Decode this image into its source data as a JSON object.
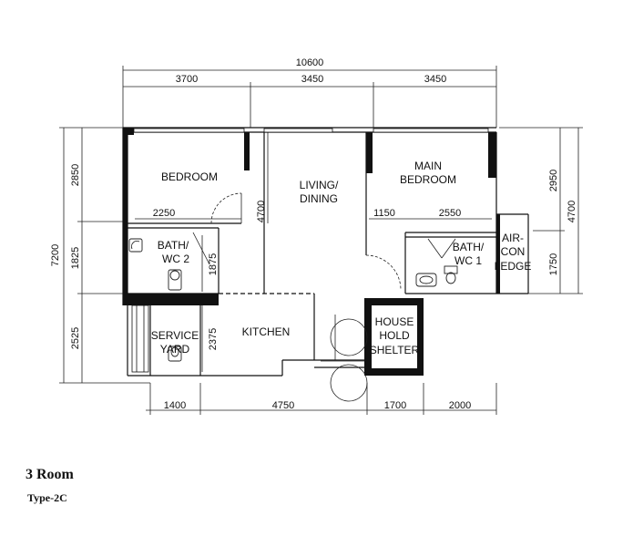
{
  "dimensions": {
    "overall_top": "10600",
    "top_1": "3700",
    "top_2": "3450",
    "top_3": "3450",
    "left_overall": "7200",
    "left_1": "2850",
    "left_2": "1825",
    "left_3": "2525",
    "right_1": "2950",
    "right_2": "1750",
    "right_overall": "4700",
    "bottom_1": "1400",
    "bottom_2": "4750",
    "bottom_3": "1700",
    "bottom_4": "2000",
    "bedroom_width": "2250",
    "living_depth": "4700",
    "main_bed_left": "1150",
    "main_bed_right": "2550",
    "bath2_depth": "1875",
    "service_depth": "2375"
  },
  "rooms": {
    "bedroom": "BEDROOM",
    "living_line1": "LIVING/",
    "living_line2": "DINING",
    "main_bedroom_line1": "MAIN",
    "main_bedroom_line2": "BEDROOM",
    "bath2_line1": "BATH/",
    "bath2_line2": "WC 2",
    "bath1_line1": "BATH/",
    "bath1_line2": "WC 1",
    "aircon_line1": "AIR-",
    "aircon_line2": "CON",
    "aircon_line3": "LEDGE",
    "service_line1": "SERVICE",
    "service_line2": "YARD",
    "kitchen": "KITCHEN",
    "shelter_line1": "HOUSE",
    "shelter_line2": "HOLD",
    "shelter_line3": "SHELTER"
  },
  "caption": {
    "title": "3 Room",
    "subtitle": "Type-2C"
  }
}
